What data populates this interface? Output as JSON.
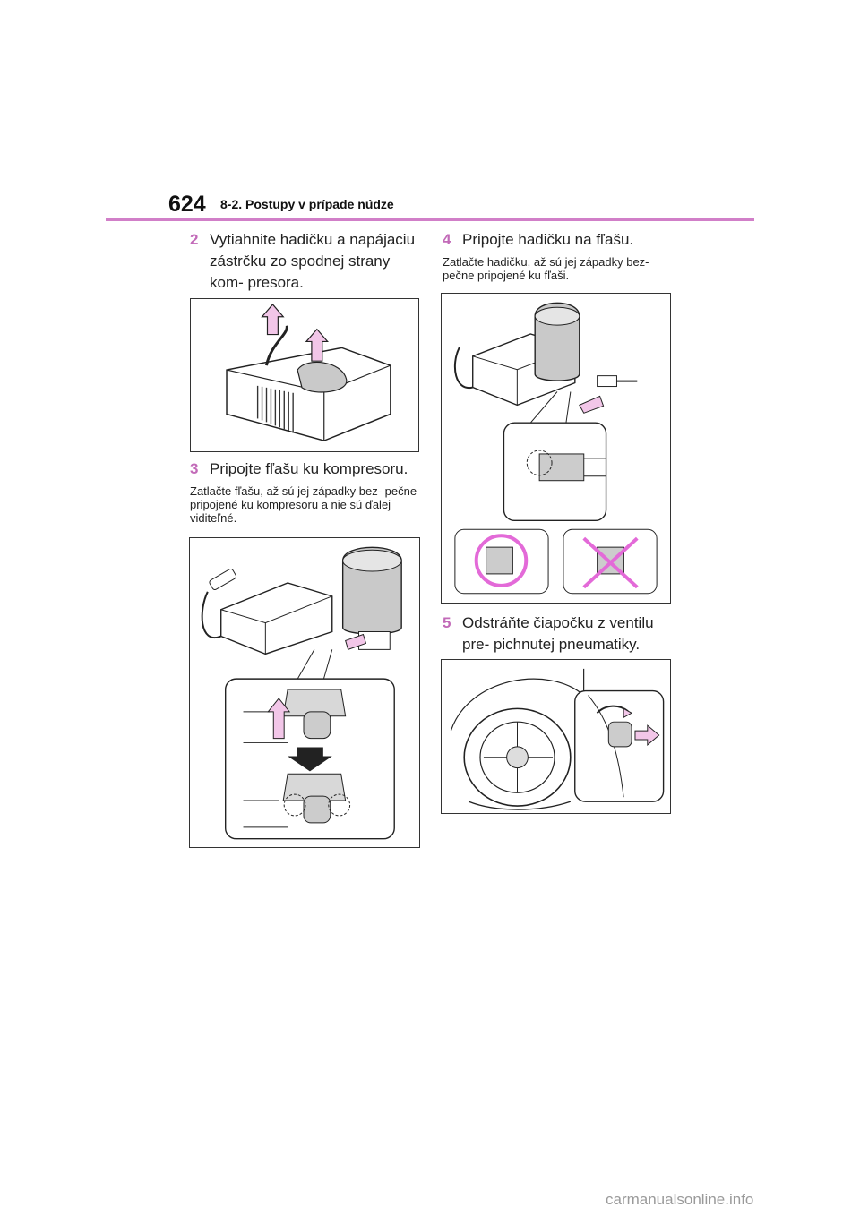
{
  "header": {
    "page_number": "624",
    "section_title": "8-2. Postupy v prípade núdze"
  },
  "steps": [
    {
      "number": "2",
      "text": "Vytiahnite hadičku a napájaciu zástrčku zo spodnej strany kom- presora."
    },
    {
      "number": "3",
      "text": "Pripojte fľašu ku kompresoru.",
      "note": "Zatlačte fľašu, až sú jej západky bez- pečne pripojené ku kompresoru a nie sú ďalej viditeľné."
    },
    {
      "number": "4",
      "text": "Pripojte hadičku na fľašu.",
      "note": "Zatlačte hadičku, až sú jej západky bez- pečne pripojené ku fľaši."
    },
    {
      "number": "5",
      "text": "Odstráňte čiapočku z ventilu pre- pichnutej pneumatiky."
    }
  ],
  "figures": {
    "fig1": {
      "icon": "compressor-hose-pull-illustration"
    },
    "fig2": {
      "icon": "bottle-to-compressor-illustration"
    },
    "fig3": {
      "icon": "hose-to-bottle-illustration"
    },
    "fig4": {
      "icon": "tire-valve-cap-illustration"
    }
  },
  "colors": {
    "accent": "#c26ab8",
    "rule": "#d17fc8",
    "arrow_fill": "#f2c6e8",
    "ok_mark": "#e36ad8",
    "wrong_mark": "#e36ad8"
  },
  "watermark": "carmanualsonline.info"
}
